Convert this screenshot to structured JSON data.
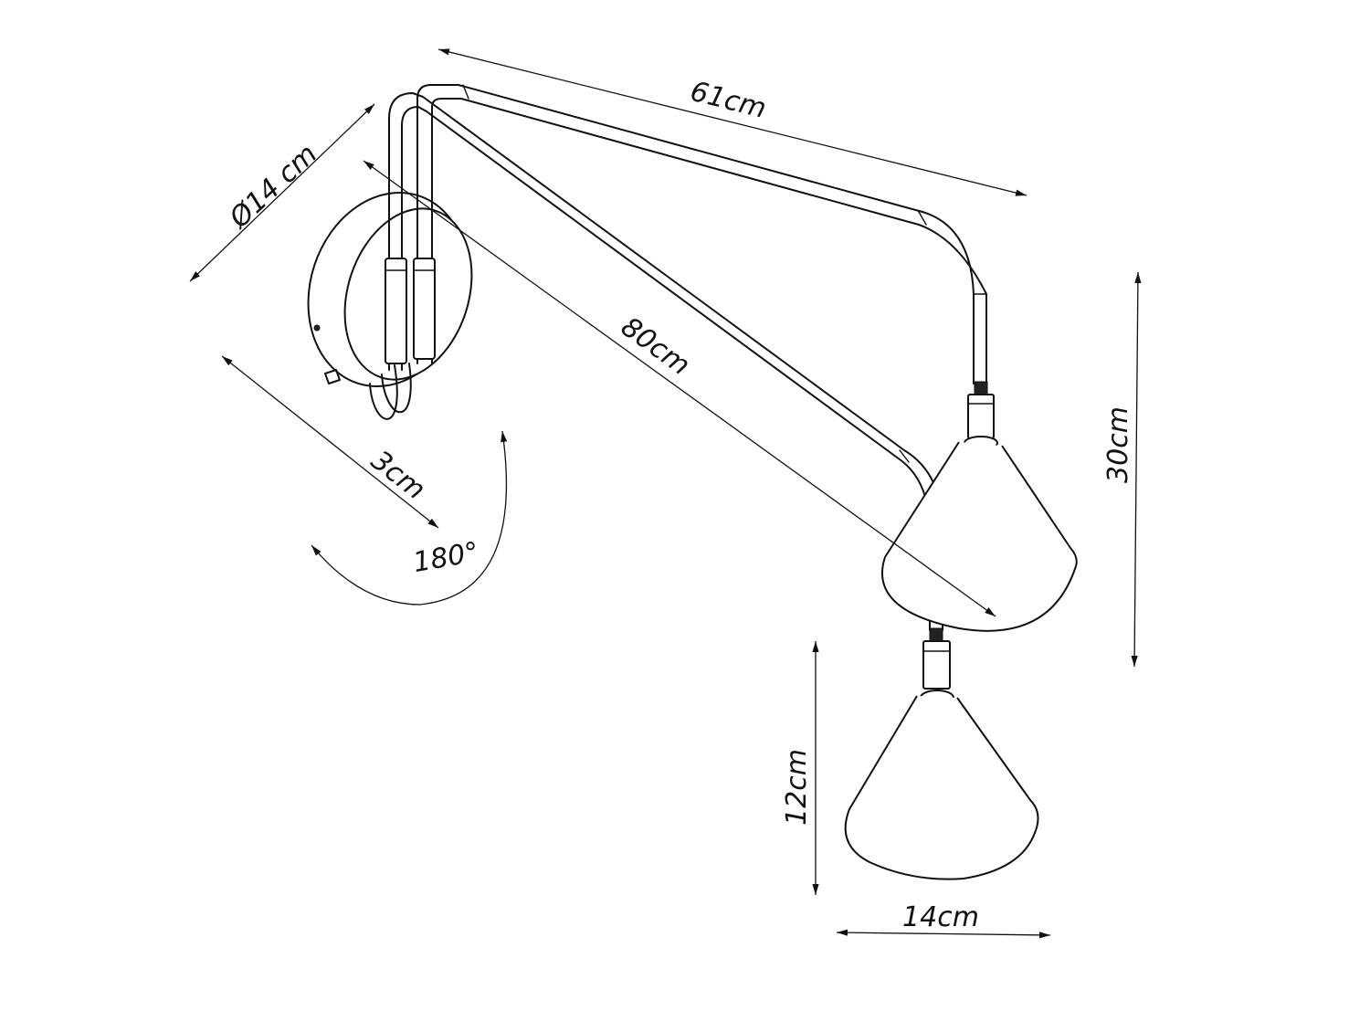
{
  "dimensions": {
    "upper_arm_length": "61cm",
    "lower_arm_length": "80cm",
    "base_diameter": "Ø14 cm",
    "base_depth": "3cm",
    "rotation": "180°",
    "upper_drop_height": "30cm",
    "shade_height": "12cm",
    "shade_width": "14cm"
  },
  "colors": {
    "line": "#111111",
    "background": "#ffffff"
  }
}
